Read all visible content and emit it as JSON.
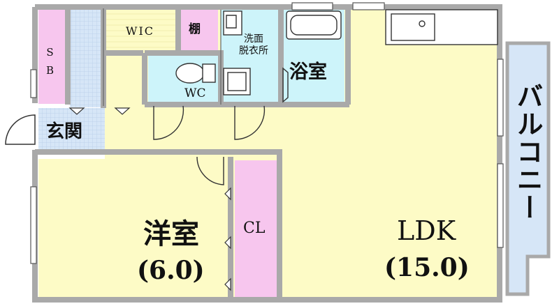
{
  "plan": {
    "rooms": {
      "sb": {
        "line1": "S",
        "line2": "B"
      },
      "wic": "WIC",
      "shelf": "棚",
      "washroom": {
        "line1": "洗面",
        "line2": "脱衣所"
      },
      "bathroom": "浴室",
      "wc": "WC",
      "entrance": "玄関",
      "western_room": {
        "name": "洋室",
        "size": "(6.0)"
      },
      "closet": "CL",
      "ldk": {
        "name": "LDK",
        "size": "(15.0)"
      },
      "balcony": "バルコニー"
    },
    "colors": {
      "wall": "#a9a9a9",
      "ldk_floor": "#fdfbc6",
      "western_floor": "#fdfbc6",
      "wic_floor": "#fdfbc6",
      "storage_pink": "#f7c6ee",
      "wet_area_cyan": "#cdf4fa",
      "tile_blue": "#d6e6f7",
      "balcony_blue": "#d6e6f7"
    }
  }
}
